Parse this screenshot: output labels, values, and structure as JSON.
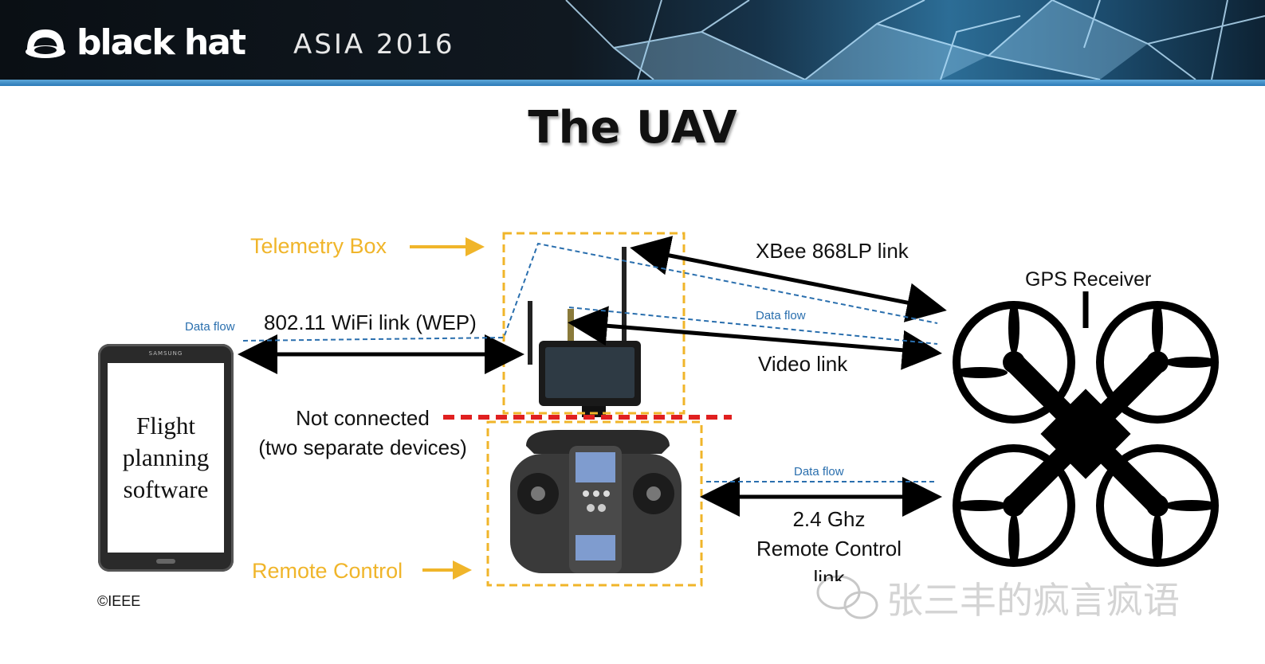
{
  "banner": {
    "brand": "black hat",
    "event": "ASIA 2016"
  },
  "slide": {
    "title": "The UAV"
  },
  "labels": {
    "telemetry_box": "Telemetry Box",
    "remote_control": "Remote Control",
    "xbee_link": "XBee 868LP link",
    "gps_receiver": "GPS Receiver",
    "wifi_link": "802.11 WiFi link (WEP)",
    "video_link": "Video link",
    "not_connected_line1": "Not connected",
    "not_connected_line2": "(two separate devices)",
    "rc_link_line1": "2.4 Ghz",
    "rc_link_line2": "Remote Control",
    "rc_link_line3": "link",
    "data_flow_wifi": "Data flow",
    "data_flow_video": "Data flow",
    "data_flow_rc": "Data flow",
    "copyright": "©IEEE",
    "tablet_text": "Flight planning software",
    "tablet_brand": "SAMSUNG",
    "watermark": "张三丰的疯言疯语"
  },
  "colors": {
    "callout": "#f0b52a",
    "data_flow": "#2a6fae",
    "not_connected": "#e02020",
    "arrow": "#000000"
  },
  "icons": [
    "black-hat-logo-icon",
    "tablet-icon",
    "telemetry-box-icon",
    "remote-control-icon",
    "quadcopter-icon",
    "wechat-icon"
  ]
}
